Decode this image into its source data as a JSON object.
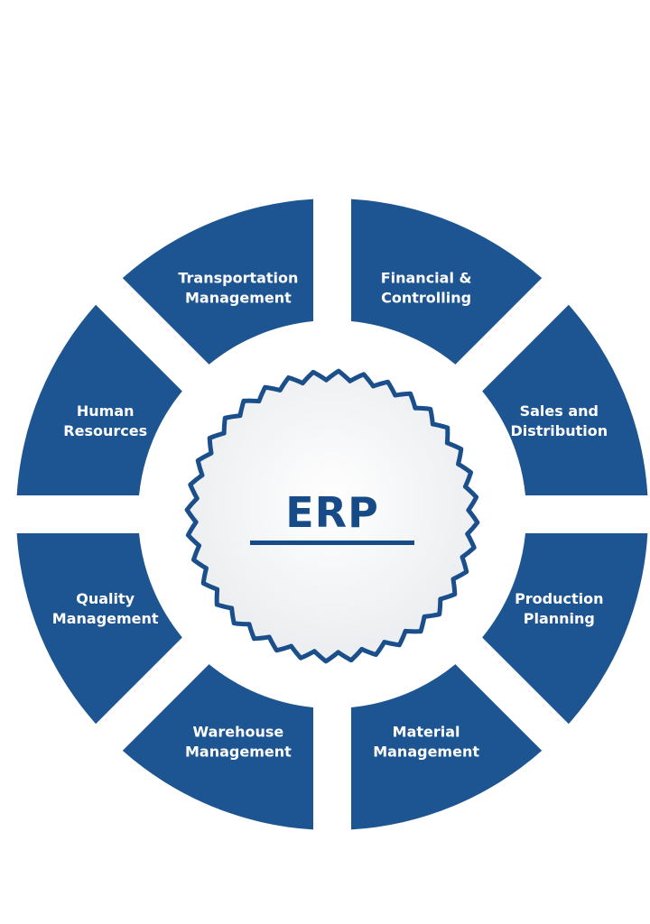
{
  "center": {
    "title": "ERP"
  },
  "colors": {
    "segment_fill": "#1d5592",
    "center_border": "#1a4f8c",
    "center_fill_inner": "#ffffff",
    "center_fill_outer": "#e9ebee",
    "title_color": "#164b88",
    "label_color": "#ffffff"
  },
  "modules": [
    {
      "id": "financial-controlling",
      "lines": [
        "Financial &",
        "Controlling"
      ]
    },
    {
      "id": "sales-distribution",
      "lines": [
        "Sales and",
        "Distribution"
      ]
    },
    {
      "id": "production-planning",
      "lines": [
        "Production",
        "Planning"
      ]
    },
    {
      "id": "material-management",
      "lines": [
        "Material",
        "Management"
      ]
    },
    {
      "id": "warehouse-management",
      "lines": [
        "Warehouse",
        "Management"
      ]
    },
    {
      "id": "quality-management",
      "lines": [
        "Quality",
        "Management"
      ]
    },
    {
      "id": "human-resources",
      "lines": [
        "Human",
        "Resources"
      ]
    },
    {
      "id": "transportation-management",
      "lines": [
        "Transportation",
        "Management"
      ]
    }
  ]
}
